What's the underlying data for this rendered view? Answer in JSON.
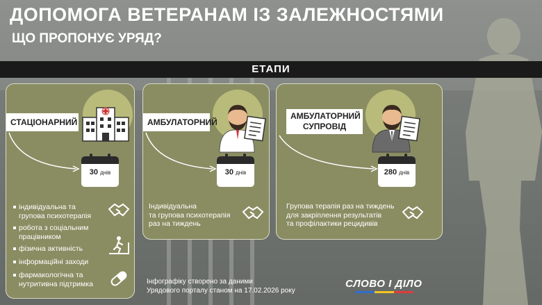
{
  "header": {
    "title": "ДОПОМОГА ВЕТЕРАНАМ ІЗ ЗАЛЕЖНОСТЯМИ",
    "subtitle": "ЩО ПРОПОНУЄ УРЯД?"
  },
  "stages_label": "ЕТАПИ",
  "colors": {
    "card": "#8a8d62",
    "accent_circle": "#b9bb7a",
    "bar": "#1a1a1a"
  },
  "cards": [
    {
      "label": "СТАЦІОНАРНИЙ",
      "duration": "30",
      "unit": "днів",
      "icon": "hospital-icon",
      "items": [
        {
          "text1": "індивідуальна та",
          "text2": "групова психотерапія",
          "icon": "handshake-icon"
        },
        {
          "text1": "робота з соціальним",
          "text2": "працівником",
          "icon": ""
        },
        {
          "text1": "фізична активність",
          "text2": "",
          "icon": "treadmill-icon"
        },
        {
          "text1": "інформаційні заходи",
          "text2": "",
          "icon": ""
        },
        {
          "text1": "фармакологічна та",
          "text2": "нутритивна підтримка",
          "icon": "pill-icon"
        }
      ]
    },
    {
      "label": "АМБУЛАТОРНИЙ",
      "duration": "30",
      "unit": "днів",
      "icon": "doctor-icon",
      "desc1": "Індивідуальна",
      "desc2": "та групова психотерапія",
      "desc3": "раз на тиждень"
    },
    {
      "label1": "АМБУЛАТОРНИЙ",
      "label2": "СУПРОВІД",
      "duration": "280",
      "unit": "днів",
      "icon": "counselor-icon",
      "desc1": "Групова терапія раз на тиждень",
      "desc2": "для закріплення результатів",
      "desc3": "та профілактики рецидивів"
    }
  ],
  "footnote": {
    "line1": "Інфографіку створено за даними",
    "line2": "Урядового порталу станом на 17.02.2026 року"
  },
  "logo": {
    "text": "СЛОВО І ДІЛО"
  }
}
